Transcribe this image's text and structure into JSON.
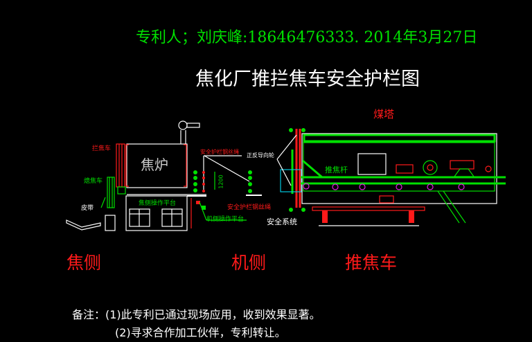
{
  "header": {
    "patent_line": "专利人；刘庆峰:18646476333. 2014年3月27日",
    "title": "焦化厂推拦焦车安全护栏图"
  },
  "diagram": {
    "labels": {
      "coke_oven": "焦炉",
      "coke_guide_car": "拦焦车",
      "quench_car": "熄焦车",
      "belt": "皮带",
      "coke_side_platform": "焦侧操作平台",
      "rope_top": "安全护栏钢丝绳",
      "dimension": "1200",
      "guide_wheel": "正反导向轮",
      "rope_bottom": "安全护栏钢丝绳",
      "machine_side_platform": "机侧操作平台",
      "safety_system": "安全系统",
      "coal_tower": "煤塔",
      "pusher_ram": "推焦杆"
    },
    "sections": {
      "coke_side": "焦侧",
      "machine_side": "机侧",
      "pusher_car": "推焦车"
    }
  },
  "notes": {
    "line1": "备注：(1)此专利已通过现场应用，收到效果显著。",
    "line2": "(2)寻求合作加工伙伴，专利转让。"
  },
  "colors": {
    "background": "#000000",
    "green": "#00e000",
    "red": "#ff1a1a",
    "white": "#ffffff",
    "magenta": "#e020e0",
    "cyan": "#00c8e0"
  }
}
